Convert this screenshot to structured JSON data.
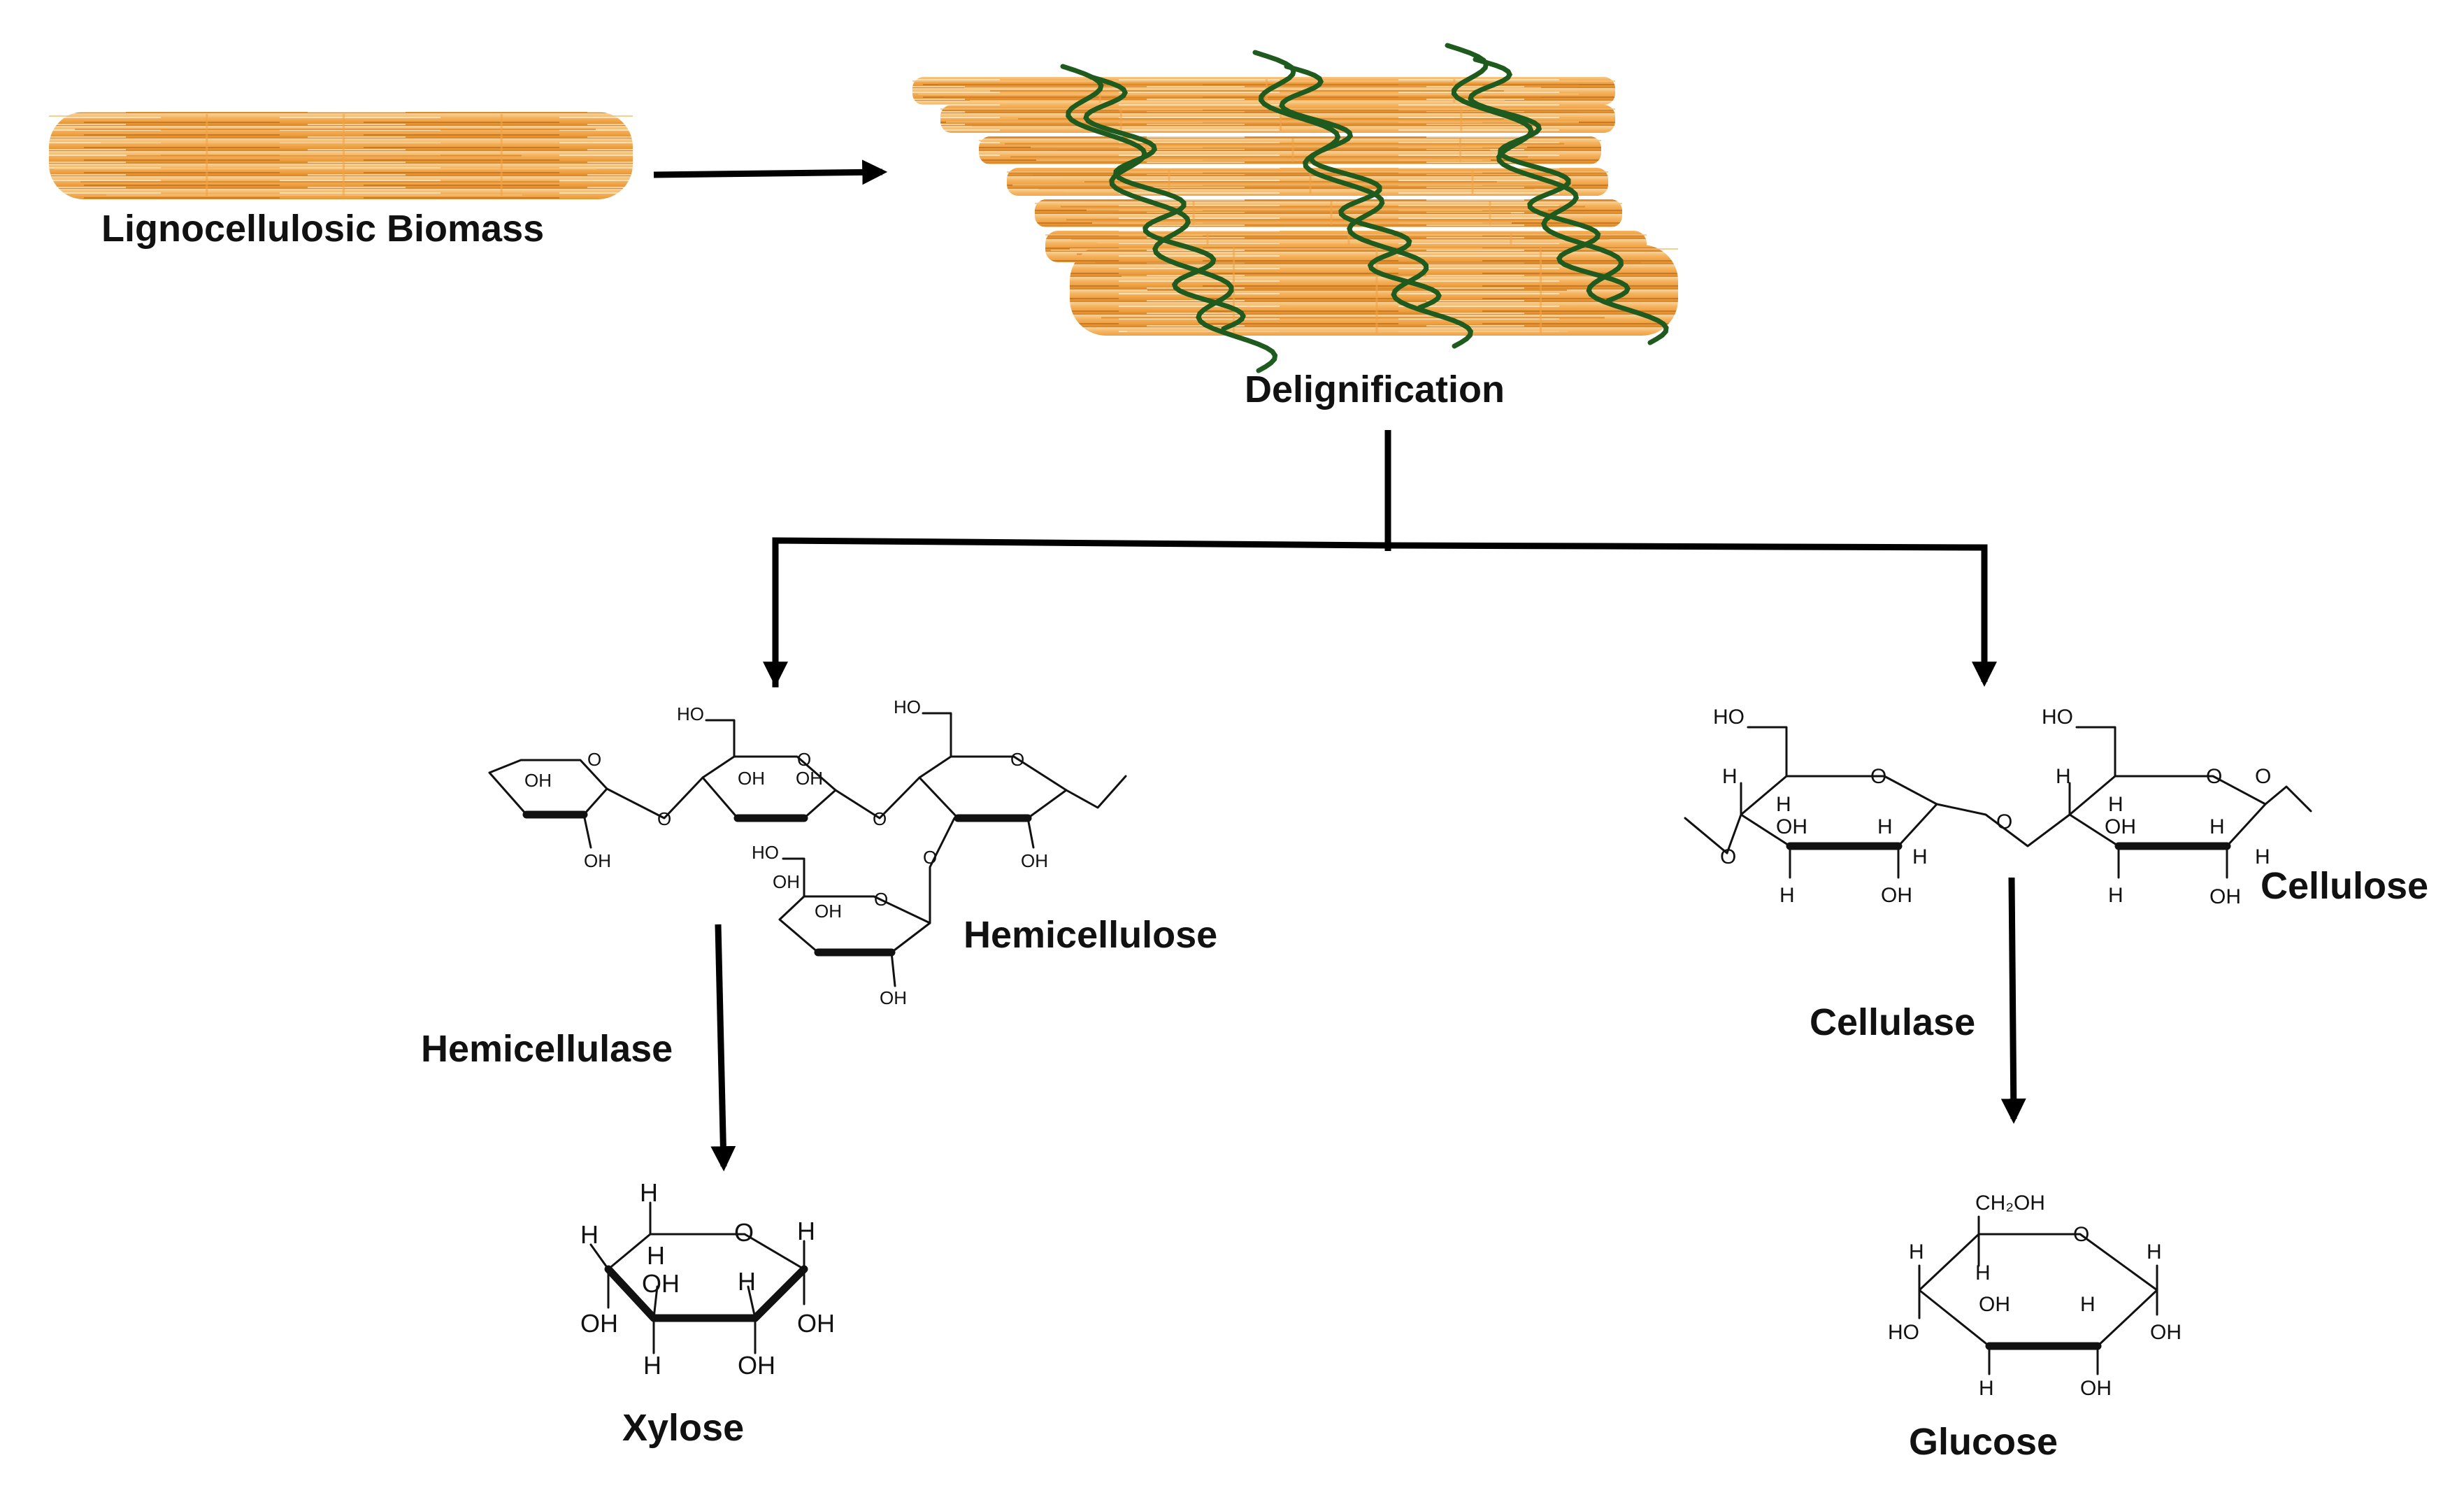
{
  "labels": {
    "biomass": "Lignocellulosic Biomass",
    "delignification": "Delignification",
    "hemicellulose": "Hemicellulose",
    "cellulose": "Cellulose",
    "hemicellulase": "Hemicellulase",
    "cellulase": "Cellulase",
    "xylose": "Xylose",
    "glucose": "Glucose"
  },
  "atoms": {
    "H": "H",
    "O": "O",
    "OH": "OH",
    "HO": "HO",
    "CH2OH": "CH₂OH"
  },
  "colors": {
    "fiber_light": "#f7c27a",
    "fiber_mid": "#f0a448",
    "fiber_dark": "#d98526",
    "lignin": "#1f5a1f",
    "arrow": "#000000"
  }
}
